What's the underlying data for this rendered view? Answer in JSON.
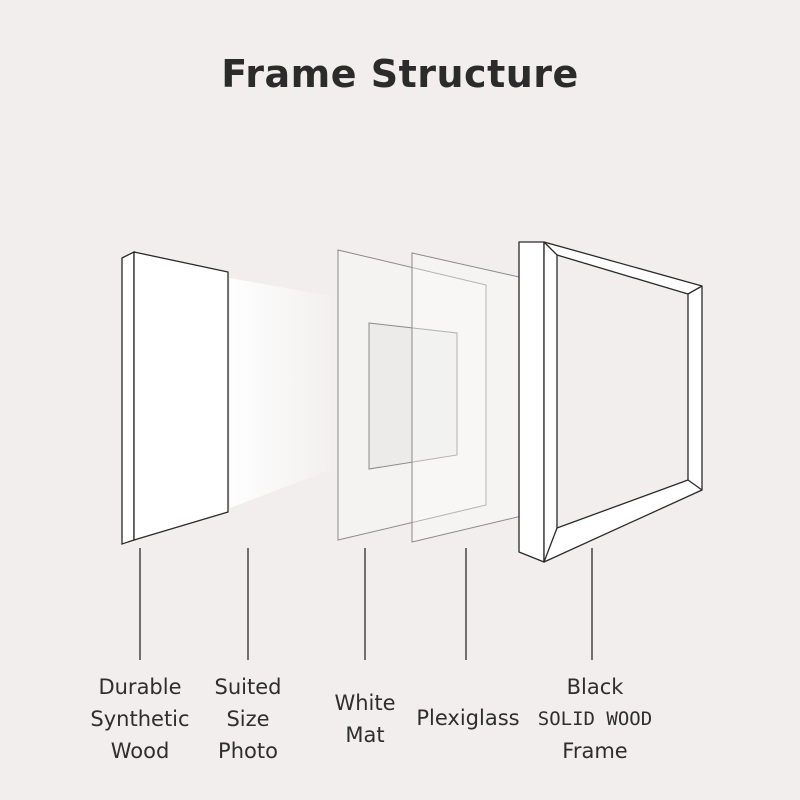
{
  "title": "Frame Structure",
  "components": [
    {
      "lines": [
        "Durable",
        "Synthetic",
        "Wood"
      ]
    },
    {
      "lines": [
        "Suited",
        "Size",
        "Photo"
      ]
    },
    {
      "lines": [
        "White",
        "Mat"
      ]
    },
    {
      "lines": [
        "Plexiglass"
      ]
    },
    {
      "lines": [
        "Black",
        "SOLID WOOD",
        "Frame"
      ]
    }
  ],
  "colors": {
    "background": "#f1eeed",
    "line": "#2a2a2a",
    "panel": "#ffffff"
  }
}
